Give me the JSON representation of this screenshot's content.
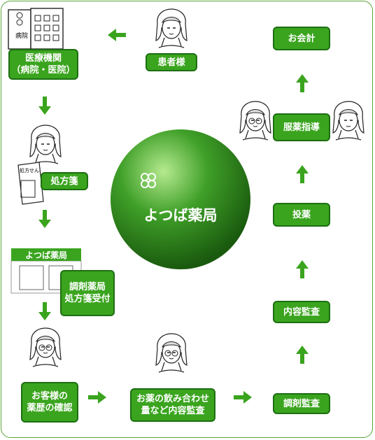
{
  "nodes": {
    "hospital": "医療機関\n（病院・医院）",
    "patient": "患者様",
    "prescription": "処方箋",
    "reception": "調剤薬局\n処方箋受付",
    "history": "お客様の\n薬歴の確認",
    "interaction": "お薬の飲み合わせ\n量など内容監査",
    "dispense_check": "調剤監査",
    "content_check": "内容監査",
    "administer": "投薬",
    "guidance": "服薬指導",
    "payment": "お会計"
  },
  "store_sign": "よつば薬局",
  "center_title": "よつば薬局",
  "building_sign": "病院",
  "prescription_doc": "処方せん",
  "colors": {
    "box": "#3aa41e",
    "box_border": "#1d6e12",
    "arrow": "#3aa41e",
    "sphere_dark": "#1f6f12",
    "sphere_light": "#9fdc7a"
  }
}
